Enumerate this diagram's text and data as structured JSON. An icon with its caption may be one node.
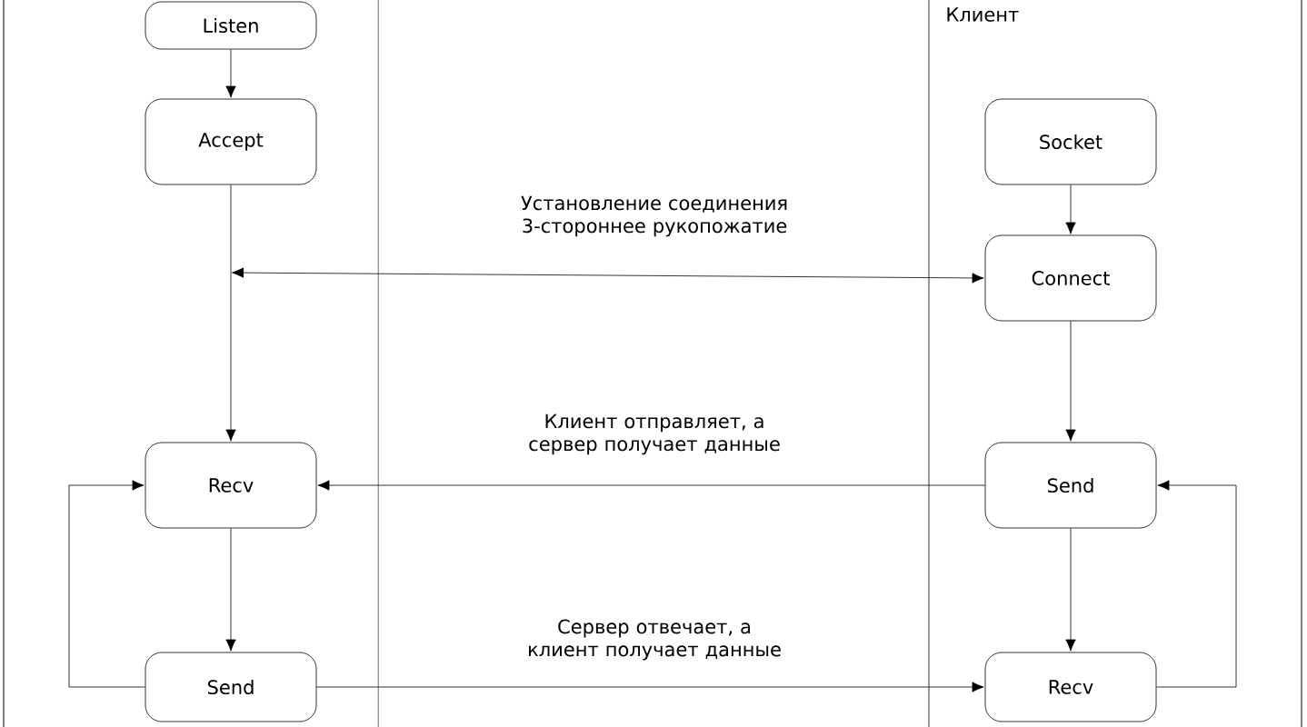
{
  "diagram": {
    "nodes": [
      {
        "text": [
          "Listen"
        ]
      },
      {
        "text": [
          "Accept"
        ]
      },
      {
        "text": [
          "Socket"
        ]
      },
      {
        "text": [
          "Connect"
        ]
      },
      {
        "text": [
          "Recv"
        ]
      },
      {
        "text": [
          "Send"
        ]
      },
      {
        "text": [
          "Send"
        ]
      },
      {
        "text": [
          "Recv"
        ]
      }
    ],
    "edges": [
      {
        "from": 0,
        "to": 1,
        "arrow": "to"
      },
      {
        "from": 2,
        "to": 3,
        "arrow": "to"
      },
      {
        "from": null,
        "to": 3,
        "arrow": "both",
        "label": "Установление соединения 3-стороннее рукопожатие"
      },
      {
        "from": 1,
        "to": 4,
        "arrow": "to"
      },
      {
        "from": 3,
        "to": 5,
        "arrow": "to"
      },
      {
        "from": 5,
        "to": 4,
        "arrow": "to",
        "label": "Клиент отправляет, а сервер получает данные"
      },
      {
        "from": 4,
        "to": 6,
        "arrow": "to"
      },
      {
        "from": 5,
        "to": 7,
        "arrow": "to"
      },
      {
        "from": 6,
        "to": 7,
        "arrow": "to",
        "label": "Сервер отвечает, а клиент получает данные"
      },
      {
        "from": 6,
        "to": 4,
        "arrow": "to"
      },
      {
        "from": 7,
        "to": 5,
        "arrow": "to"
      }
    ],
    "labels": [
      "Клиент"
    ]
  }
}
